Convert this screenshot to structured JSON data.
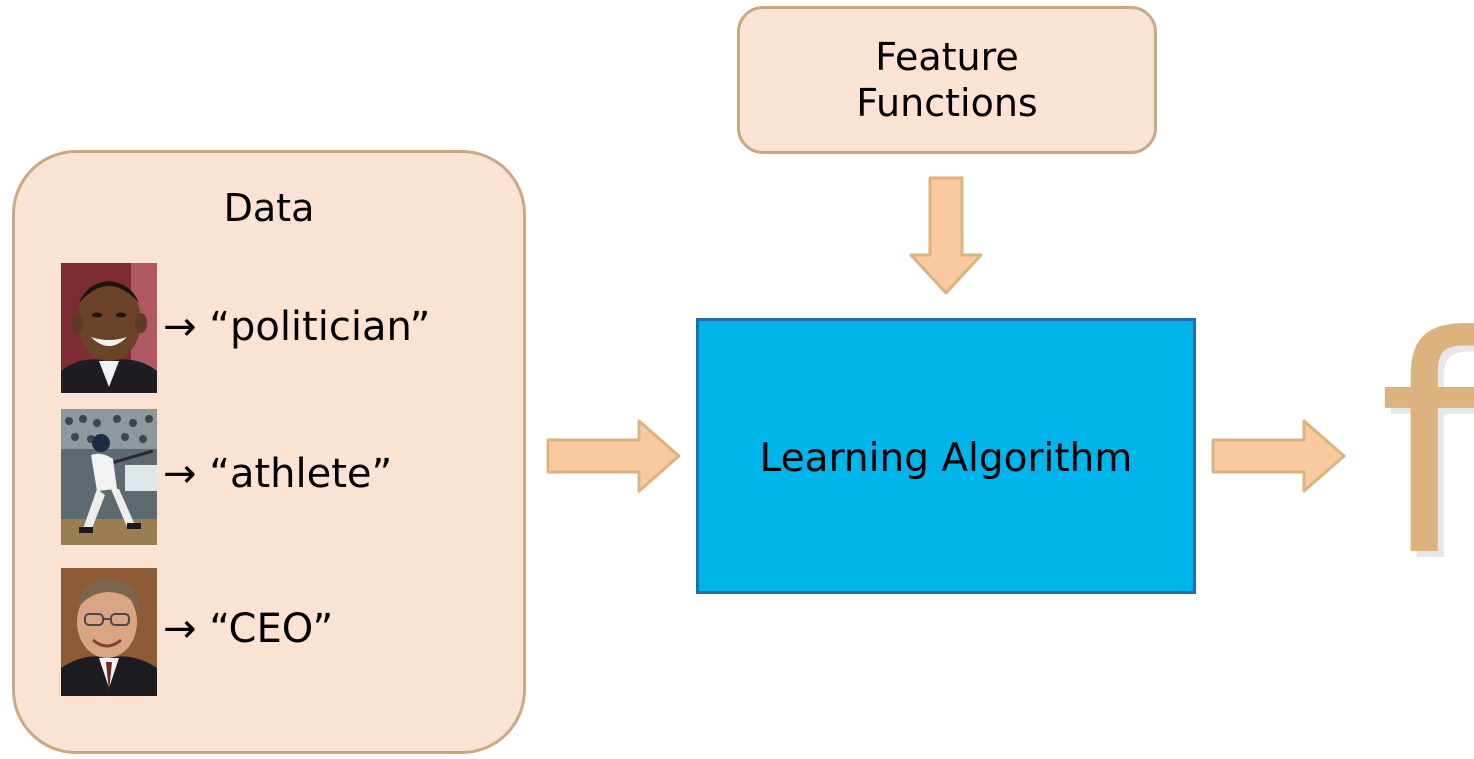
{
  "data_box": {
    "title": "Data",
    "rows": [
      {
        "photo": "politician-portrait",
        "label": "→ “politician”"
      },
      {
        "photo": "baseball-batter-photo",
        "label": "→ “athlete”"
      },
      {
        "photo": "ceo-portrait",
        "label": "→ “CEO”"
      }
    ]
  },
  "feature_box": {
    "label": "Feature\nFunctions"
  },
  "learning_box": {
    "label": "Learning Algorithm"
  },
  "output": {
    "symbol": "f"
  },
  "colors": {
    "box_fill": "#fbe3d3",
    "box_border": "#c9a982",
    "arrow_fill": "#f9c9a0",
    "arrow_border": "#dcb27f",
    "learning_fill": "#00b5ec",
    "learning_border": "#1f6fb0",
    "output": "#dcb27f"
  }
}
